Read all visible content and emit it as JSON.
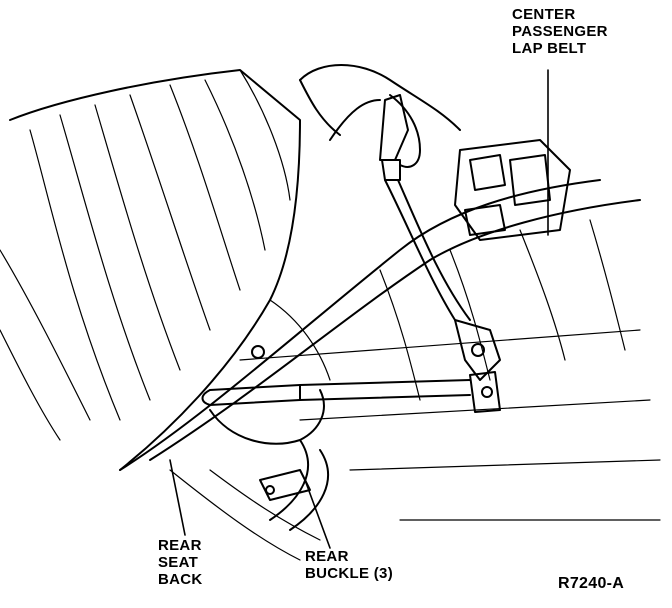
{
  "labels": {
    "center_belt": [
      "CENTER",
      "PASSENGER",
      "LAP BELT"
    ],
    "rear_seat_back": [
      "REAR",
      "SEAT",
      "BACK"
    ],
    "rear_buckle": [
      "REAR",
      "BUCKLE (3)"
    ],
    "figure_code": "R7240-A"
  },
  "colors": {
    "ink": "#000000",
    "paper": "#ffffff"
  }
}
